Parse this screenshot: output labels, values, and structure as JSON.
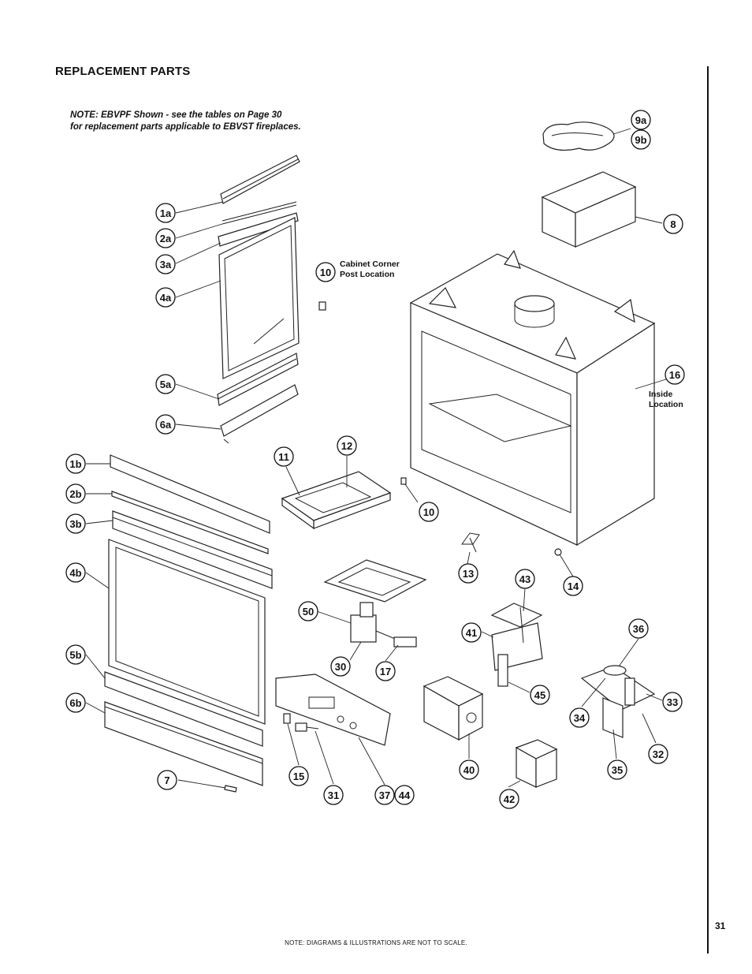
{
  "header": {
    "title": "REPLACEMENT PARTS"
  },
  "note": {
    "line1_prefix": "NOTE:  EBVPF Shown - see the tables on ",
    "line1_link": "Page 30",
    "line2": "for replacement parts applicable to EBVST fireplaces."
  },
  "labels": {
    "cabinet_corner_1": "Cabinet Corner",
    "cabinet_corner_2": "Post Location",
    "inside_1": "Inside",
    "inside_2": "Location"
  },
  "callouts": {
    "p1a": "1a",
    "p2a": "2a",
    "p3a": "3a",
    "p4a": "4a",
    "p5a": "5a",
    "p6a": "6a",
    "p1b": "1b",
    "p2b": "2b",
    "p3b": "3b",
    "p4b": "4b",
    "p5b": "5b",
    "p6b": "6b",
    "p7": "7",
    "p8": "8",
    "p9a": "9a",
    "p9b": "9b",
    "p10top": "10",
    "p10bot": "10",
    "p11": "11",
    "p12": "12",
    "p13": "13",
    "p14": "14",
    "p15": "15",
    "p16": "16",
    "p17": "17",
    "p30": "30",
    "p31": "31",
    "p32": "32",
    "p33": "33",
    "p34": "34",
    "p35": "35",
    "p36": "36",
    "p37": "37",
    "p40": "40",
    "p41": "41",
    "p42": "42",
    "p43": "43",
    "p44": "44",
    "p45": "45",
    "p50": "50"
  },
  "footer": {
    "page_number": "31",
    "disclaimer": "NOTE: DIAGRAMS & ILLUSTRATIONS ARE NOT TO SCALE."
  }
}
